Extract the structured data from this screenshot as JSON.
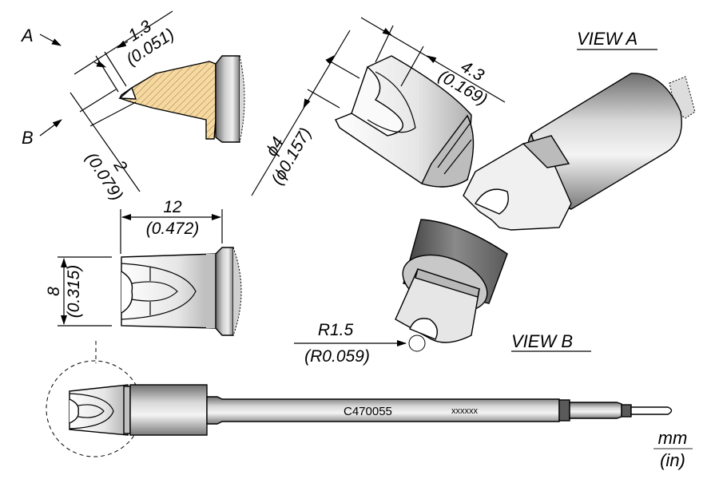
{
  "drawing": {
    "part_number": "C470055",
    "serial_placeholder": "xxxxxx",
    "units": {
      "primary": "mm",
      "secondary": "(in)"
    },
    "views": {
      "view_a": "VIEW A",
      "view_b": "VIEW B",
      "arrow_a": "A",
      "arrow_b": "B"
    },
    "dimensions": {
      "tip_depth": {
        "mm": "1.3",
        "in": "(0.051)"
      },
      "tip_width": {
        "mm": "2",
        "in": "(0.079)"
      },
      "diameter": {
        "mm": "ϕ4",
        "in": "(ϕ0.157)"
      },
      "slot_length": {
        "mm": "4.3",
        "in": "(0.169)"
      },
      "length": {
        "mm": "12",
        "in": "(0.472)"
      },
      "height": {
        "mm": "8",
        "in": "(0.315)"
      },
      "radius": {
        "mm": "R1.5",
        "in": "(R0.059)"
      }
    },
    "colors": {
      "section_fill": "#f7d9a0",
      "hatch": "#7a6a40",
      "metal_dark": "#5a5a5a",
      "metal_light": "#f2f2f2"
    }
  }
}
